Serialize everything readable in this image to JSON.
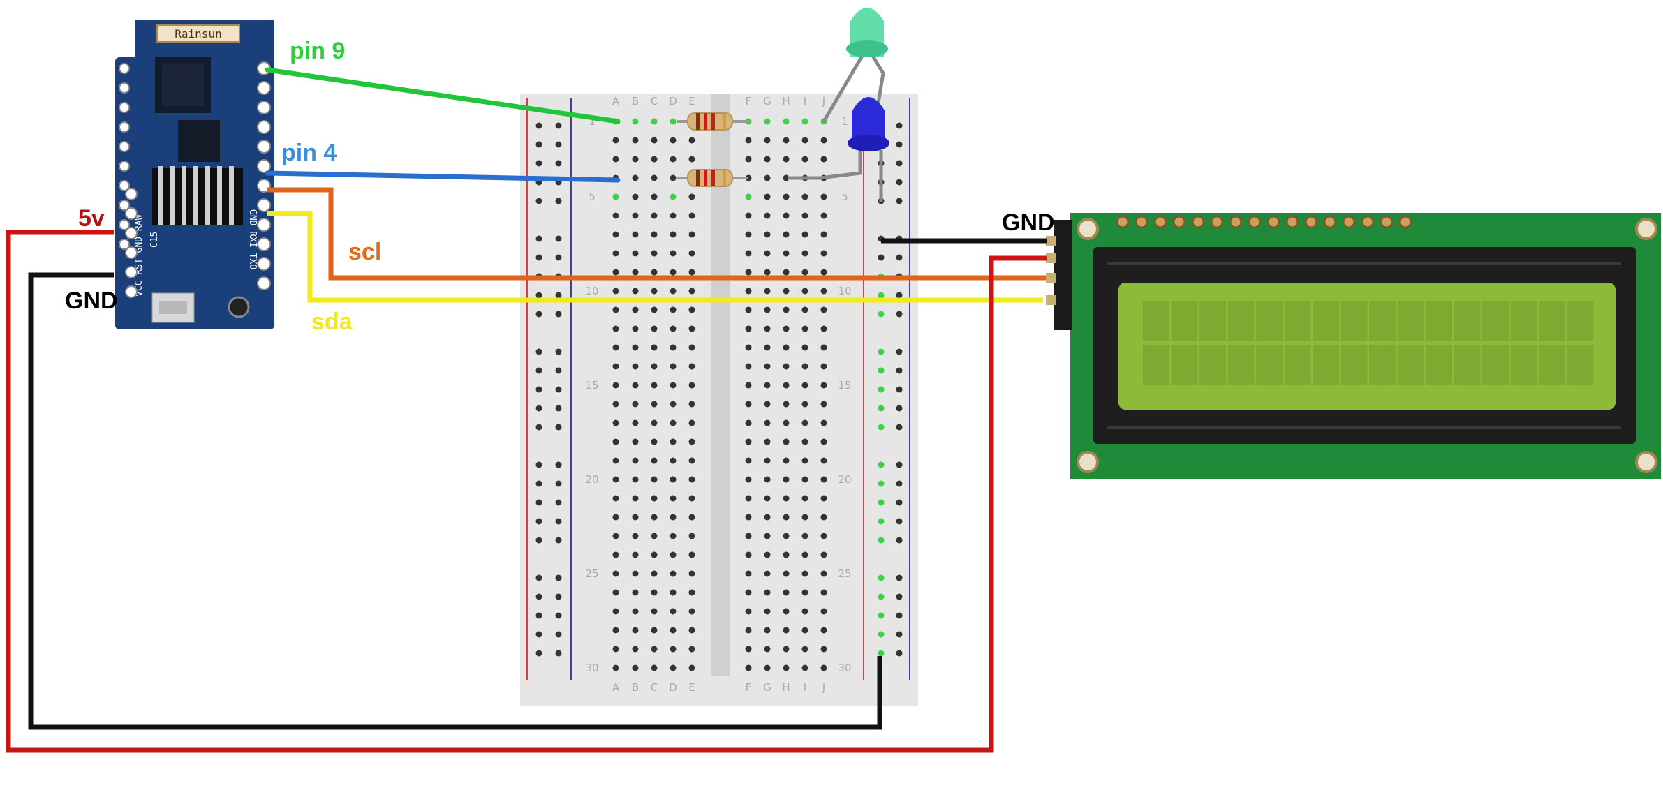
{
  "labels": {
    "pin9": "pin 9",
    "pin4": "pin 4",
    "scl": "scl",
    "sda": "sda",
    "v5": "5v",
    "gnd_left": "GND",
    "gnd_right": "GND"
  },
  "board": {
    "brand": "Rainsun",
    "pin_text": "VCC RST GND RAW",
    "chip_text": "C15",
    "right_pin_text": "GND RXI TXO"
  },
  "breadboard": {
    "columns_left": [
      "A",
      "B",
      "C",
      "D",
      "E"
    ],
    "columns_right": [
      "F",
      "G",
      "H",
      "I",
      "J"
    ],
    "row_numbers": [
      "1",
      "5",
      "10",
      "15",
      "20",
      "25",
      "30"
    ]
  },
  "colors": {
    "pin9_wire": "#22c43a",
    "pin4_wire": "#2a6fcf",
    "scl_wire": "#e0651a",
    "sda_wire": "#f2ea1a",
    "v5_wire": "#cc1414",
    "gnd_wire": "#111111",
    "pin9_label": "#2fcf3f",
    "pin4_label": "#3a8ee0",
    "scl_label": "#e86a10",
    "sda_label": "#f0e820",
    "v5_label": "#b50f0f",
    "gnd_label": "#000000",
    "lcd_pcb": "#1f8a3a",
    "lcd_screen": "#8cbb3a",
    "board_pcb": "#1b3f7a",
    "green_led": "#4fd9a0",
    "blue_led": "#2a2ad9"
  }
}
